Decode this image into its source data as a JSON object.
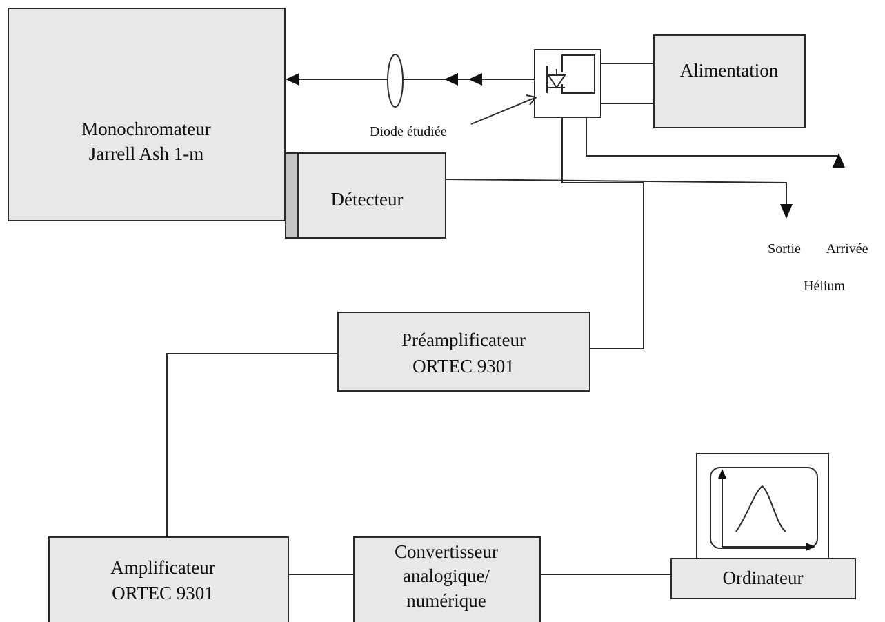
{
  "boxes": {
    "monochromateur": {
      "line1": "Monochromateur",
      "line2": "Jarrell Ash 1-m"
    },
    "detecteur": {
      "label": "Détecteur"
    },
    "alimentation": {
      "label": "Alimentation"
    },
    "preamplificateur": {
      "line1": "Préamplificateur",
      "line2": "ORTEC 9301"
    },
    "amplificateur": {
      "line1": "Amplificateur",
      "line2": "ORTEC 9301"
    },
    "convertisseur": {
      "line1": "Convertisseur",
      "line2": "analogique/",
      "line3": "numérique"
    },
    "ordinateur": {
      "label": "Ordinateur"
    }
  },
  "labels": {
    "diode": "Diode étudiée",
    "sortie": "Sortie",
    "arrivee": "Arrivée",
    "helium": "Hélium"
  },
  "colors": {
    "box_fill": "#e8e8e8",
    "line": "#2a2a2a"
  },
  "icons": [
    "lens-icon",
    "diode-icon",
    "spectrum-plot-icon"
  ]
}
